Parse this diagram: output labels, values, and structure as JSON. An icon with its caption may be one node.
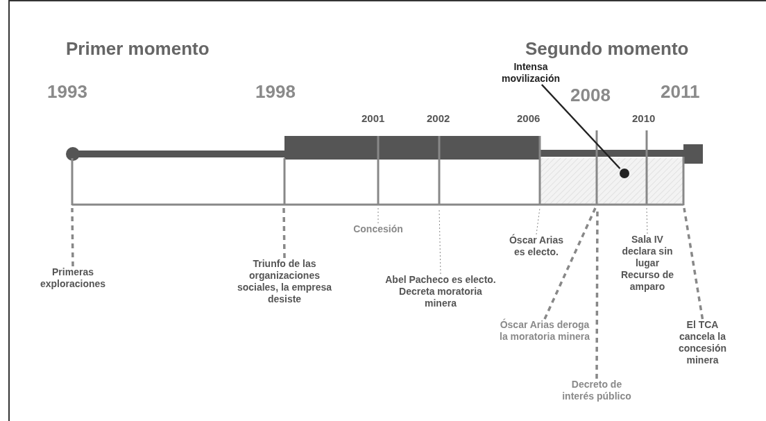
{
  "diagram": {
    "nodes": [
      {
        "text": [
          "Intensa movilización"
        ]
      },
      {
        "text": [],
        "shape": "circle"
      },
      {
        "text": [
          "Primeras exploraciones"
        ]
      },
      {
        "text": [
          "Triunfo de las organizaciones sociales, la empresa desiste"
        ]
      },
      {
        "text": [
          "Concesión"
        ]
      },
      {
        "text": [
          "Abel Pacheco es electo. Decreta moratoria minera"
        ]
      },
      {
        "text": [
          "Óscar Arias es electo."
        ]
      },
      {
        "text": [
          "Óscar Arias deroga la moratoria minera"
        ]
      },
      {
        "text": [
          "Decreto de interés público"
        ]
      },
      {
        "text": [
          "Sala IV declara sin lugar Recurso de amparo"
        ]
      },
      {
        "text": [
          "El TCA cancela la concesión minera"
        ]
      }
    ],
    "edges": [
      {
        "from": 0,
        "to": 1,
        "arrow": "none",
        "color": "#222222"
      },
      {
        "from": 2,
        "to": null,
        "arrow": "none",
        "style": "dashed"
      },
      {
        "from": 3,
        "to": null,
        "arrow": "none",
        "style": "dashed"
      },
      {
        "from": 4,
        "to": null,
        "arrow": "none",
        "style": "dashed"
      },
      {
        "from": 5,
        "to": null,
        "arrow": "none",
        "style": "dashed"
      },
      {
        "from": 6,
        "to": null,
        "arrow": "none",
        "style": "dashed"
      },
      {
        "from": 7,
        "to": null,
        "arrow": "none",
        "style": "dashed"
      },
      {
        "from": 8,
        "to": null,
        "arrow": "none",
        "style": "dashed"
      },
      {
        "from": 9,
        "to": null,
        "arrow": "none",
        "style": "dashed"
      },
      {
        "from": 10,
        "to": null,
        "arrow": "none",
        "style": "dashed"
      }
    ],
    "labels": [
      "Primer momento",
      "Segundo momento",
      "1993",
      "1998",
      "2008",
      "2011",
      "2001",
      "2002",
      "2006",
      "2010"
    ]
  }
}
